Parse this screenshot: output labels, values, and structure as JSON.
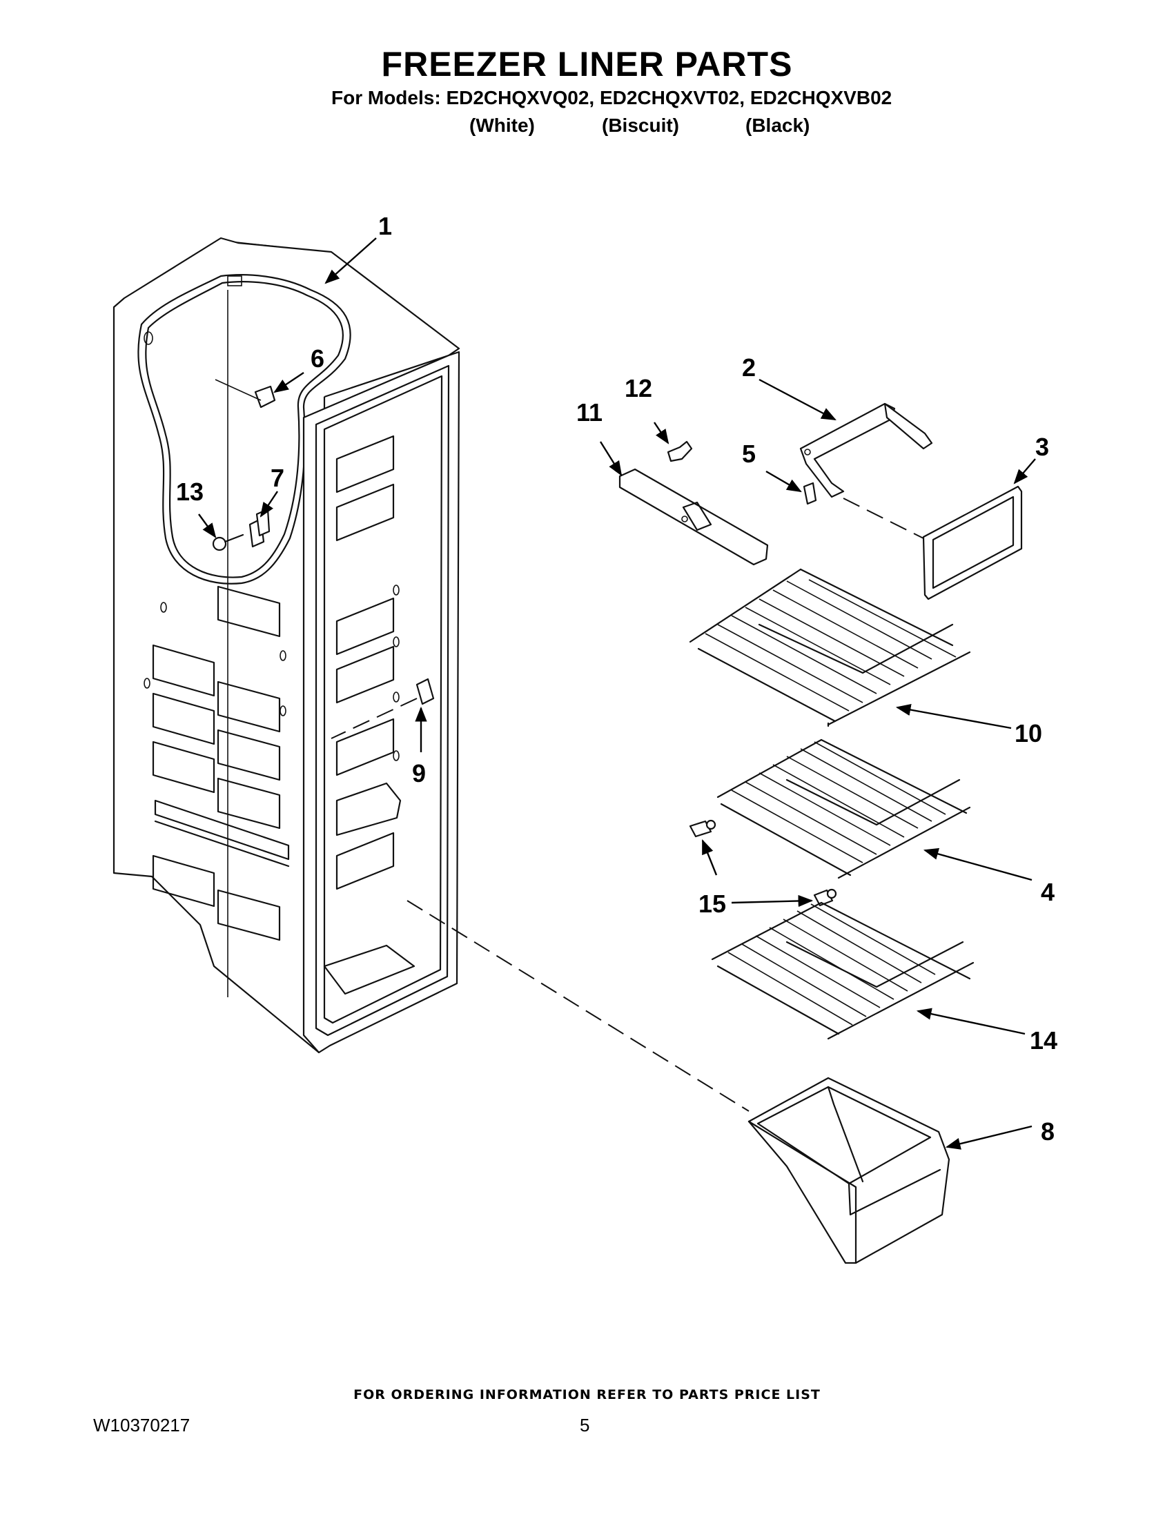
{
  "header": {
    "title": "FREEZER LINER PARTS",
    "models_line": "For Models: ED2CHQXVQ02, ED2CHQXVT02, ED2CHQXVB02",
    "colors": [
      "(White)",
      "(Biscuit)",
      "(Black)"
    ]
  },
  "callouts": [
    {
      "id": "1",
      "label": "1"
    },
    {
      "id": "2",
      "label": "2"
    },
    {
      "id": "3",
      "label": "3"
    },
    {
      "id": "4",
      "label": "4"
    },
    {
      "id": "5",
      "label": "5"
    },
    {
      "id": "6",
      "label": "6"
    },
    {
      "id": "7",
      "label": "7"
    },
    {
      "id": "8",
      "label": "8"
    },
    {
      "id": "9",
      "label": "9"
    },
    {
      "id": "10",
      "label": "10"
    },
    {
      "id": "11",
      "label": "11"
    },
    {
      "id": "12",
      "label": "12"
    },
    {
      "id": "13",
      "label": "13"
    },
    {
      "id": "14",
      "label": "14"
    },
    {
      "id": "15",
      "label": "15"
    }
  ],
  "footer": {
    "note": "FOR ORDERING INFORMATION REFER TO PARTS PRICE LIST",
    "doc_number": "W10370217",
    "page_number": "5"
  }
}
